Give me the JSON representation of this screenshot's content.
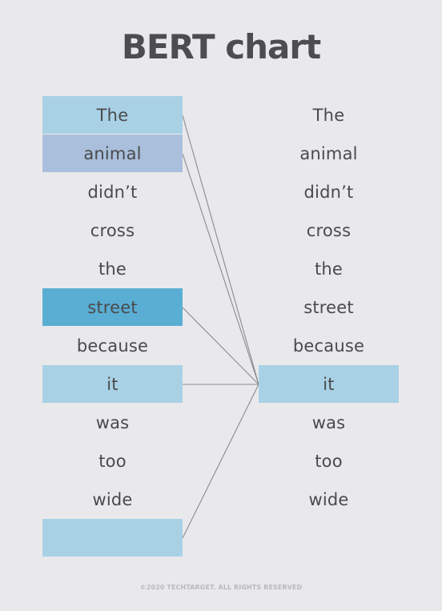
{
  "title": "BERT chart",
  "left_tokens": [
    {
      "text": "The",
      "highlight": "#a9d1e6"
    },
    {
      "text": "animal",
      "highlight": "#a9bfdc"
    },
    {
      "text": "didn’t",
      "highlight": null
    },
    {
      "text": "cross",
      "highlight": null
    },
    {
      "text": "the",
      "highlight": null
    },
    {
      "text": "street",
      "highlight": "#5aaed4"
    },
    {
      "text": "because",
      "highlight": null
    },
    {
      "text": "it",
      "highlight": "#a9d1e6"
    },
    {
      "text": "was",
      "highlight": null
    },
    {
      "text": "too",
      "highlight": null
    },
    {
      "text": "wide",
      "highlight": null
    },
    {
      "text": "",
      "highlight": "#a9d1e6"
    }
  ],
  "right_tokens": [
    {
      "text": "The",
      "highlight": null
    },
    {
      "text": "animal",
      "highlight": null
    },
    {
      "text": "didn’t",
      "highlight": null
    },
    {
      "text": "cross",
      "highlight": null
    },
    {
      "text": "the",
      "highlight": null
    },
    {
      "text": "street",
      "highlight": null
    },
    {
      "text": "because",
      "highlight": null
    },
    {
      "text": "it",
      "highlight": "#a9d1e6"
    },
    {
      "text": "was",
      "highlight": null
    },
    {
      "text": "too",
      "highlight": null
    },
    {
      "text": "wide",
      "highlight": null
    }
  ],
  "attention_links": [
    {
      "from": 0,
      "to": 7
    },
    {
      "from": 1,
      "to": 7
    },
    {
      "from": 5,
      "to": 7
    },
    {
      "from": 7,
      "to": 7
    },
    {
      "from": 11,
      "to": 7
    }
  ],
  "colors": {
    "background": "#e9e9eb",
    "line": "#8a8a8e"
  },
  "footer": "©2020 TECHTARGET. ALL RIGHTS RESERVED"
}
